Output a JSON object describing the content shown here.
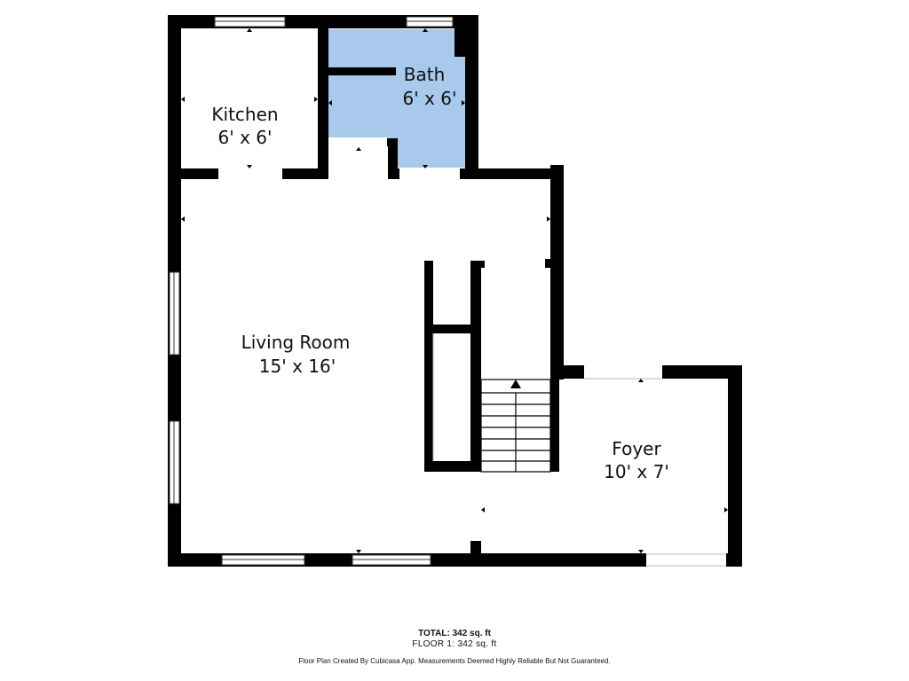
{
  "rooms": {
    "kitchen": {
      "name": "Kitchen",
      "dims": "6' x 6'"
    },
    "bath": {
      "name": "Bath",
      "dims": "6' x 6'"
    },
    "living": {
      "name": "Living Room",
      "dims": "15' x 16'"
    },
    "foyer": {
      "name": "Foyer",
      "dims": "10' x 7'"
    }
  },
  "colors": {
    "wall": "#000000",
    "bath_fill": "#a8c8ec",
    "window_frame": "#333333",
    "background": "#ffffff"
  },
  "footer": {
    "total": "TOTAL: 342 sq. ft",
    "floor": "FLOOR 1: 342 sq. ft",
    "credit": "Floor Plan Created By Cubicasa App. Measurements Deemed Highly Reliable But Not Guaranteed."
  }
}
